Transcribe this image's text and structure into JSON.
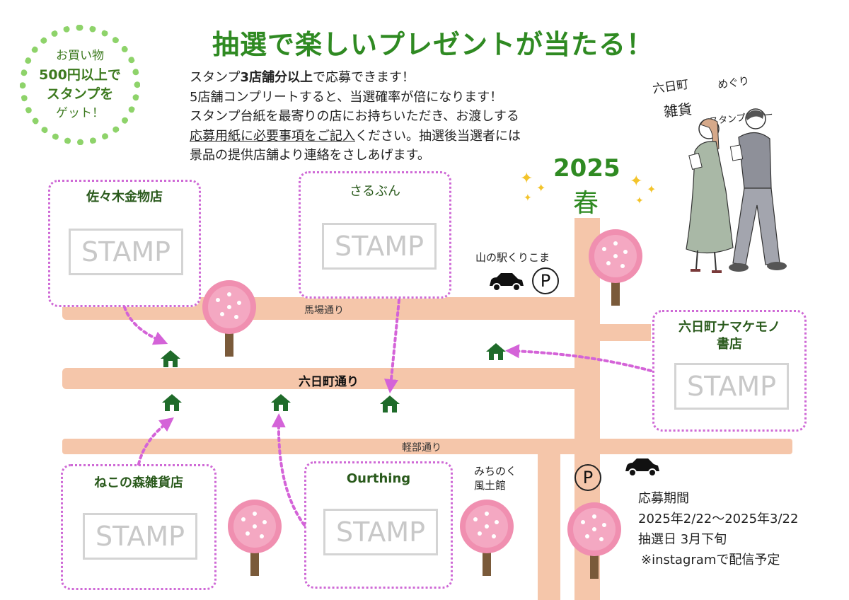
{
  "badge": {
    "line1": "お買い物",
    "line2": "500円以上で",
    "line3": "スタンプを",
    "line4": "ゲット！"
  },
  "headline": "抽選で楽しいプレゼントが当たる！",
  "info": {
    "line1_a": "スタンプ",
    "line1_b": "3店舗分以上",
    "line1_c": "で応募できます！",
    "line2": "5店舗コンプリートすると、当選確率が倍になります！",
    "line3": "スタンプ台紙を最寄りの店にお持ちいただき、お渡しする",
    "line4_a": "応募用紙に必要事項をご記入",
    "line4_b": "ください。抽選後当選者には",
    "line5": "景品の提供店舗より連絡をさしあげます。"
  },
  "handwritten": {
    "line1": "六日町",
    "line2": "雑貨",
    "line3": "めぐり",
    "line4": "スタンプラリー"
  },
  "season": {
    "year": "2025",
    "name": "春"
  },
  "roads": {
    "baba": "馬場通り",
    "muikamachi": "六日町通り",
    "karube": "軽部通り"
  },
  "stamp_text": "STAMP",
  "shops": {
    "sasaki": "佐々木金物店",
    "sarubun": "さるぶん",
    "namakemono_1": "六日町ナマケモノ",
    "namakemono_2": "書店",
    "nekonomori": "ねこの森雑貨店",
    "ourthing": "Ourthing"
  },
  "landmarks": {
    "yamanoeki": "山の駅くりこま",
    "michinoku_1": "みちのく",
    "michinoku_2": "風土館",
    "parking": "P"
  },
  "period": {
    "title": "応募期間",
    "range": "2025年2/22〜2025年3/22",
    "draw": "抽選日 3月下旬",
    "note": "※instagramで配信予定"
  },
  "colors": {
    "accent_green": "#2f8a22",
    "road": "#f5c6aa",
    "dotted_border": "#cf6ad6",
    "badge_border": "#8ed36a",
    "blossom": "#f08fb0",
    "trunk": "#7a5a3a"
  }
}
